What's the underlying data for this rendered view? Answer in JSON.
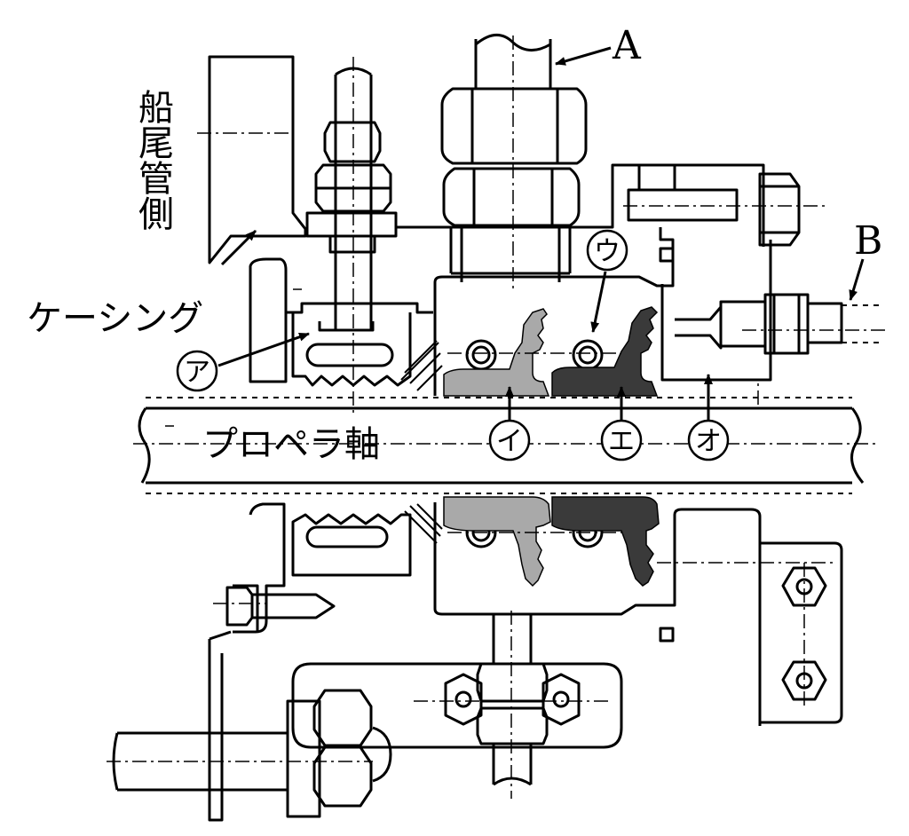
{
  "labels": {
    "a": "A",
    "b": "B",
    "stern_tube_side": "船尾管側",
    "casing": "ケーシング",
    "propeller_shaft": "プロペラ軸",
    "callout_a": "ア",
    "callout_i": "イ",
    "callout_u": "ウ",
    "callout_e": "エ",
    "callout_o": "オ"
  },
  "colors": {
    "line": "#000000",
    "seal_ring_light": "#a9a9a9",
    "seal_ring_dark": "#3a3a3a",
    "background": "#ffffff"
  }
}
